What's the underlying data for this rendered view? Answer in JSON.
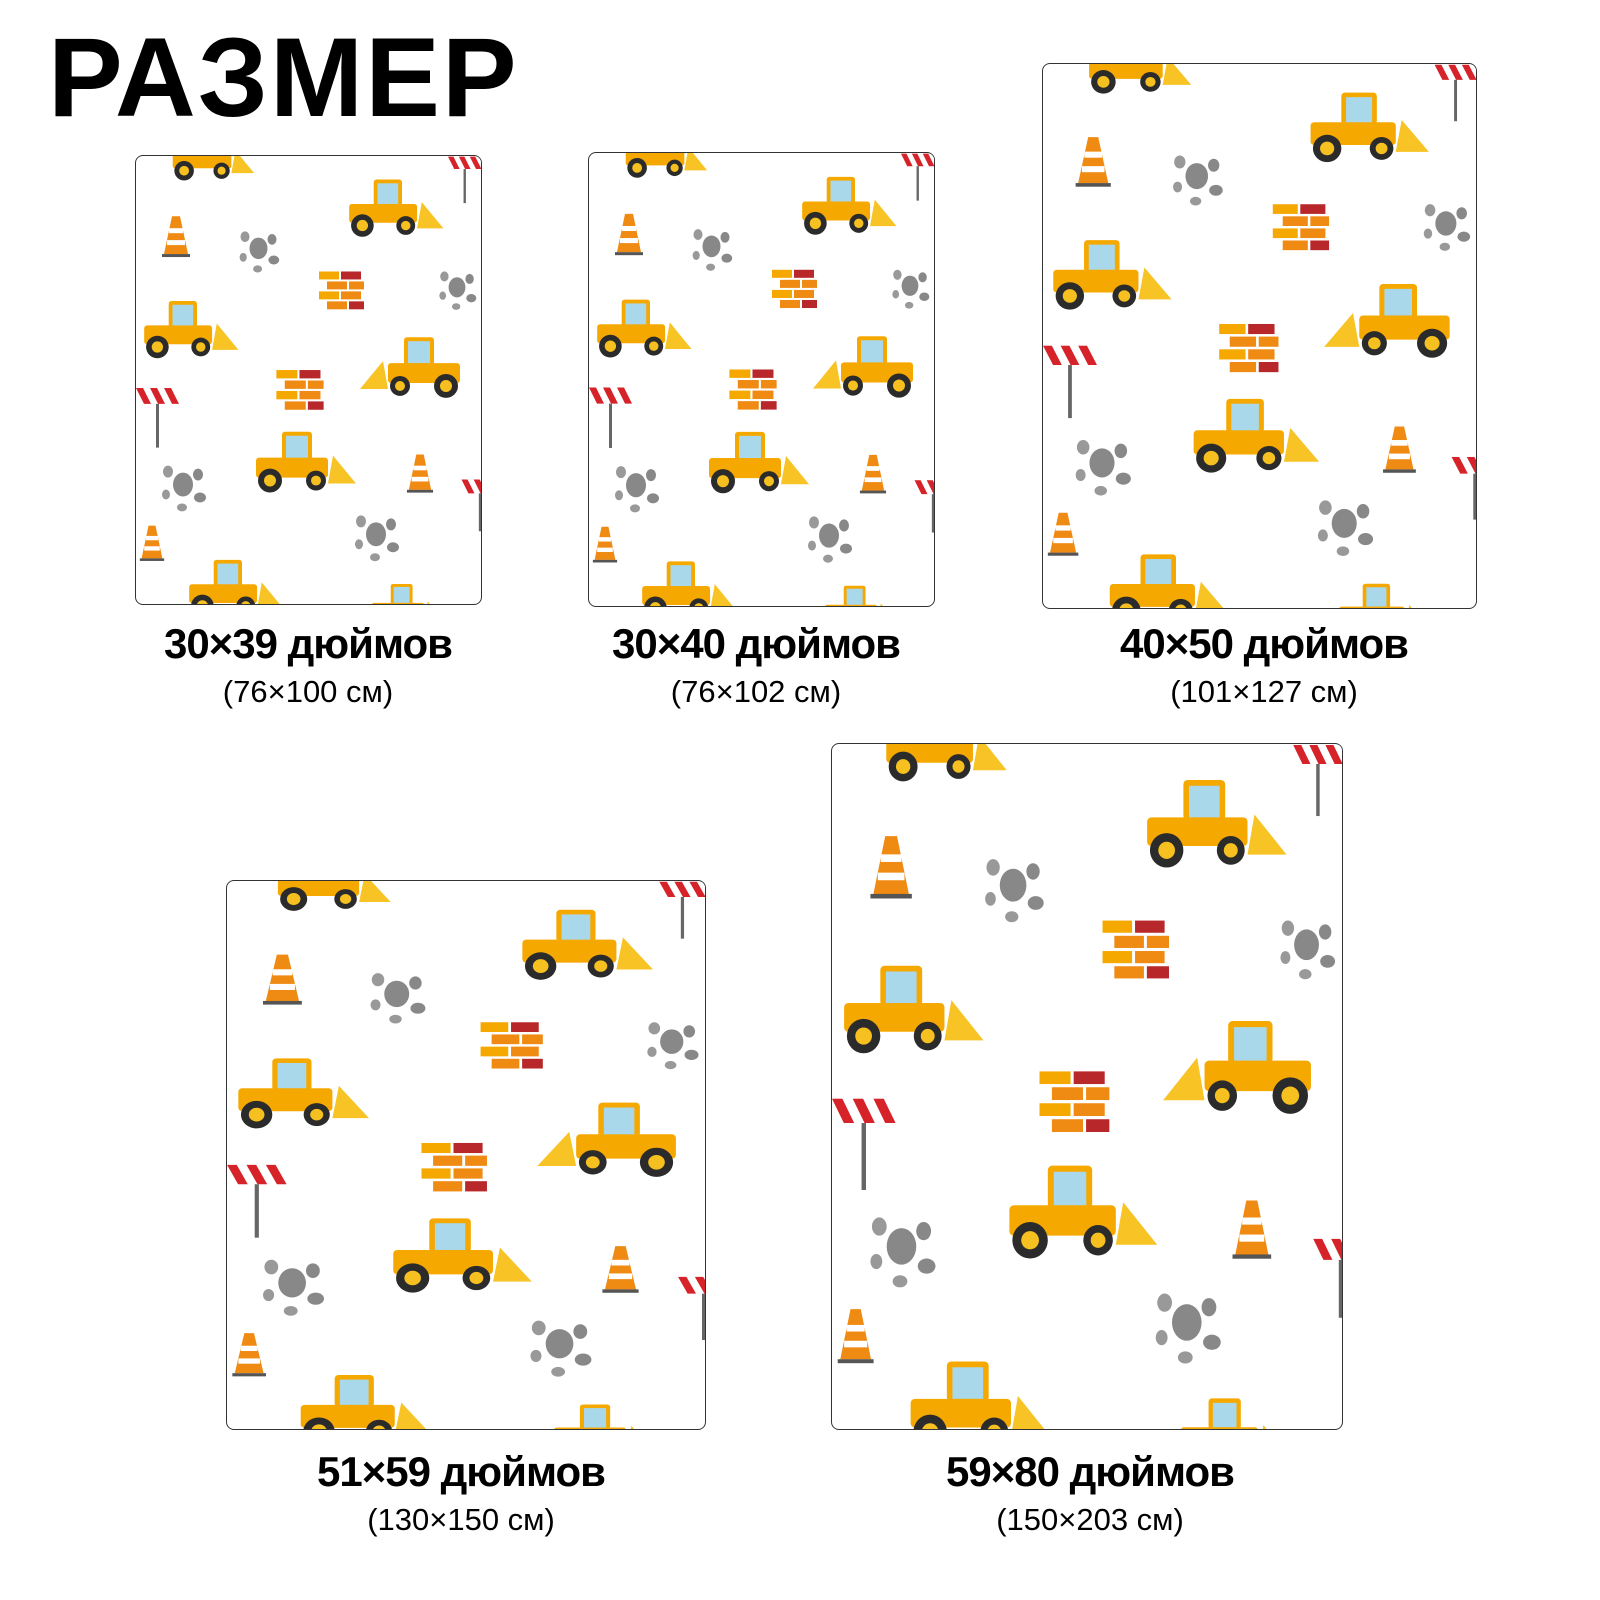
{
  "title": "РАЗМЕР",
  "sizes": [
    {
      "inches": "30×39 дюймов",
      "cm": "(76×100 см)"
    },
    {
      "inches": "30×40 дюймов",
      "cm": "(76×102 см)"
    },
    {
      "inches": "40×50 дюймов",
      "cm": "(101×127 см)"
    },
    {
      "inches": "51×59 дюймов",
      "cm": "(130×150 см)"
    },
    {
      "inches": "59×80 дюймов",
      "cm": "(150×203 см)"
    }
  ],
  "colors": {
    "yellow": "#f5b31a",
    "orange": "#ef8a12",
    "brick_red": "#b8282a",
    "cab_blue": "#a9d8ea",
    "rock_grey": "#8a8a8a"
  }
}
